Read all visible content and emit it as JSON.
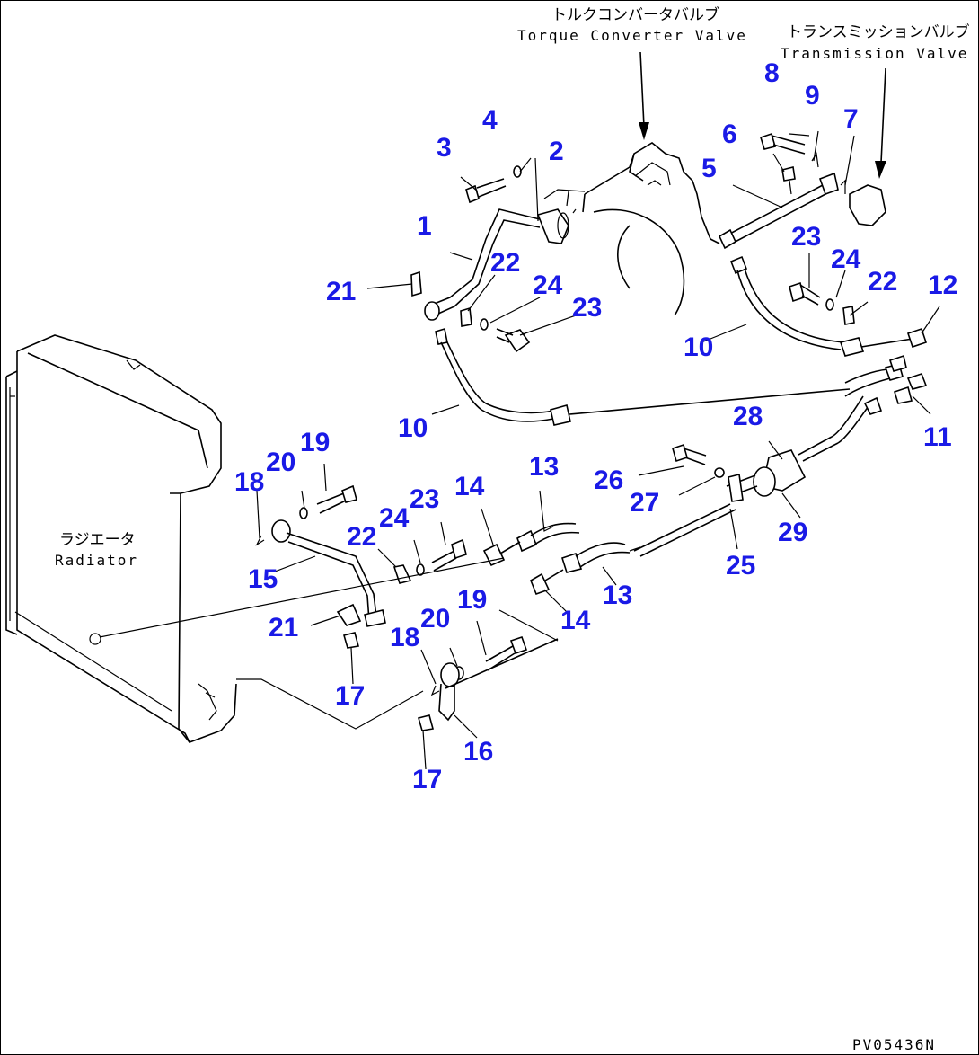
{
  "labels": {
    "torque_jp": "トルクコンバータバルブ",
    "torque_en": "Torque Converter Valve",
    "trans_jp": "トランスミッションバルブ",
    "trans_en": "Transmission Valve",
    "radiator_jp": "ラジエータ",
    "radiator_en": "Radiator",
    "drawing_no": "PV05436N"
  },
  "callouts": [
    "1",
    "2",
    "3",
    "4",
    "5",
    "6",
    "7",
    "8",
    "9",
    "10",
    "10",
    "11",
    "12",
    "13",
    "13",
    "14",
    "14",
    "15",
    "16",
    "17",
    "17",
    "18",
    "18",
    "19",
    "19",
    "20",
    "20",
    "21",
    "21",
    "22",
    "22",
    "22",
    "23",
    "23",
    "23",
    "24",
    "24",
    "24",
    "25",
    "26",
    "27",
    "28",
    "29"
  ]
}
